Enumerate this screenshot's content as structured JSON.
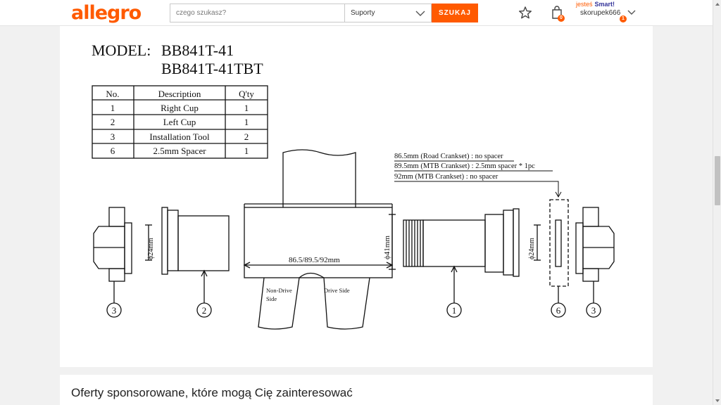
{
  "header": {
    "logo": "allegro",
    "search_placeholder": "czego szukasz?",
    "category": "Suporty",
    "search_button": "SZUKAJ",
    "cart_count": "0",
    "user_badge": "1",
    "user_prefix": "jesteś",
    "user_program": "Smart!",
    "username": "skorupek666"
  },
  "drawing": {
    "model_label": "MODEL:",
    "model_1": "BB841T-41",
    "model_2": "BB841T-41TBT",
    "table": {
      "headers": [
        "No.",
        "Description",
        "Q'ty"
      ],
      "rows": [
        [
          "1",
          "Right Cup",
          "1"
        ],
        [
          "2",
          "Left Cup",
          "1"
        ],
        [
          "3",
          "Installation Tool",
          "2"
        ],
        [
          "6",
          "2.5mm Spacer",
          "1"
        ]
      ]
    },
    "notes": [
      "86.5mm (Road Crankset) : no spacer",
      "89.5mm (MTB Crankset) : 2.5mm spacer * 1pc",
      "92mm (MTB Crankset) : no spacer"
    ],
    "dims": {
      "d24": "ϕ24mm",
      "d41": "ϕ41mm",
      "width": "86.5/89.5/92mm"
    },
    "non_drive": [
      "Non-Drive",
      "Side"
    ],
    "drive_side": "Drive Side",
    "callouts": [
      "3",
      "2",
      "1",
      "6",
      "3"
    ]
  },
  "sponsored": {
    "title": "Oferty sponsorowane, które mogą Cię zainteresować"
  }
}
